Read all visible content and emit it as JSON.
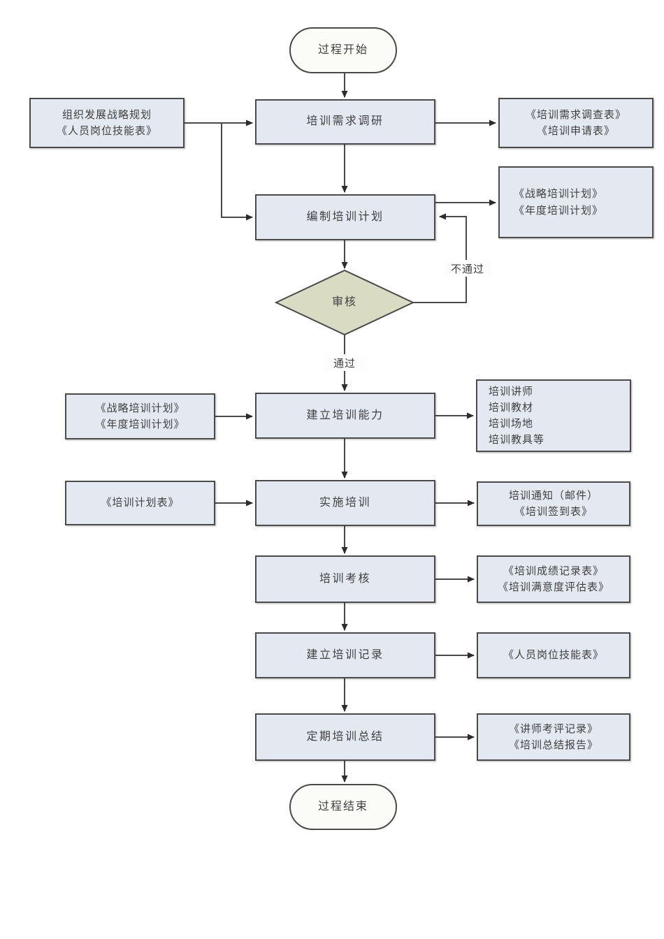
{
  "flowchart": {
    "terminals": {
      "start": "过程开始",
      "end": "过程结束"
    },
    "decision": {
      "label": "审核",
      "pass_label": "通过",
      "fail_label": "不通过"
    },
    "process": {
      "p1": "培训需求调研",
      "p2": "编制培训计划",
      "p3": "建立培训能力",
      "p4": "实施培训",
      "p5": "培训考核",
      "p6": "建立培训记录",
      "p7": "定期培训总结"
    },
    "inputs": {
      "i1": {
        "line1": "组织发展战略规划",
        "line2": "《人员岗位技能表》"
      },
      "i3": {
        "line1": "《战略培训计划》",
        "line2": "《年度培训计划》"
      },
      "i4": {
        "line1": "《培训计划表》"
      }
    },
    "outputs": {
      "o1": {
        "line1": "《培训需求调查表》",
        "line2": "《培训申请表》"
      },
      "o2": {
        "line1": "《战略培训计划》",
        "line2": "《年度培训计划》"
      },
      "o3": {
        "line1": "培训讲师",
        "line2": "培训教材",
        "line3": "培训场地",
        "line4": "培训教具等"
      },
      "o4": {
        "line1": "培训通知（邮件）",
        "line2": "《培训签到表》"
      },
      "o5": {
        "line1": "《培训成绩记录表》",
        "line2": "《培训满意度评估表》"
      },
      "o6": {
        "line1": "《人员岗位技能表》"
      },
      "o7": {
        "line1": "《讲师考评记录》",
        "line2": "《培训总结报告》"
      }
    },
    "colors": {
      "process_fill": "#e4e9f1",
      "decision_fill": "#d9dcc3",
      "terminal_fill": "#fbfbf8",
      "border": "#4a4a4a",
      "line": "#4a4a4a",
      "text": "#3f3f3f",
      "label_bg": "#fdfdfd"
    }
  }
}
